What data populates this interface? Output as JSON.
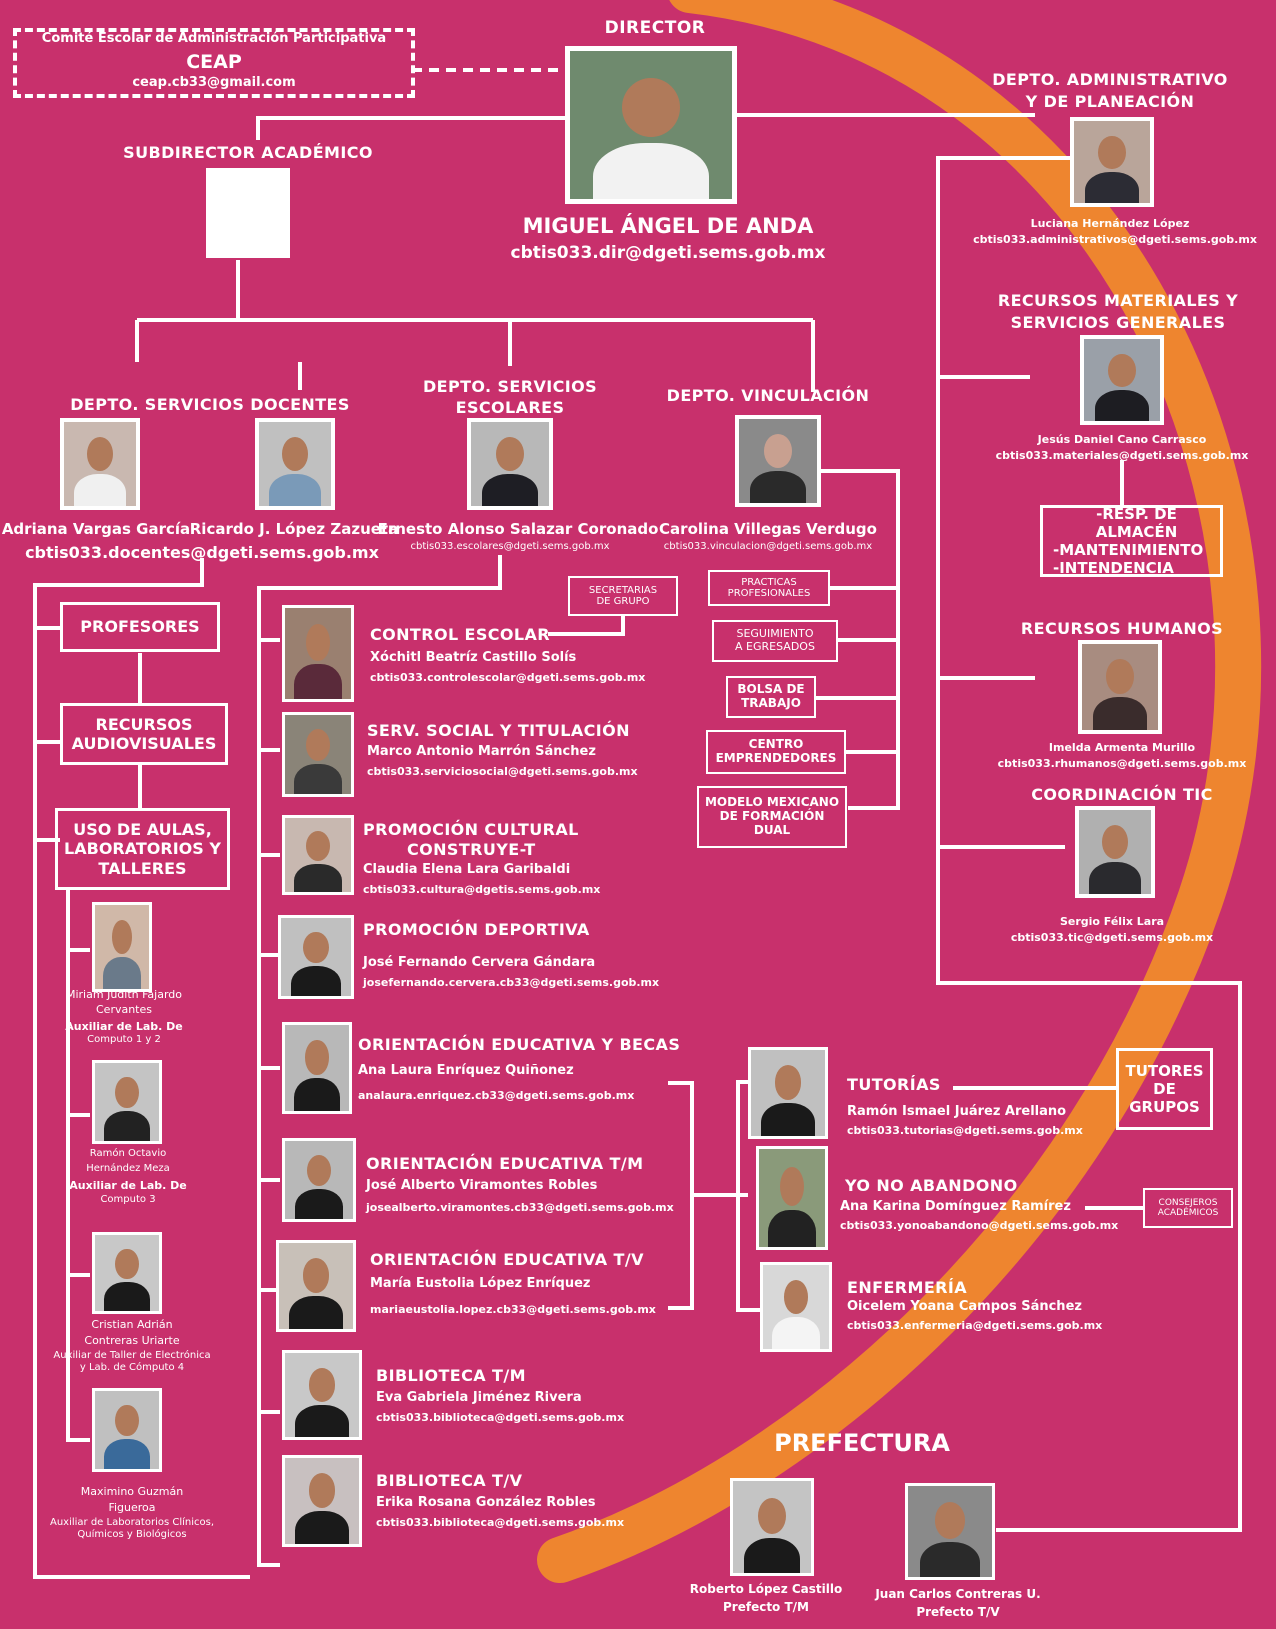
{
  "colors": {
    "background": "#c8306c",
    "arc": "#f08a2c",
    "line": "#ffffff"
  },
  "ceap": {
    "title": "Comité Escolar de Administración Participativa",
    "acronym": "CEAP",
    "email": "ceap.cb33@gmail.com"
  },
  "director": {
    "label": "DIRECTOR",
    "name": "MIGUEL ÁNGEL DE ANDA",
    "email": "cbtis033.dir@dgeti.sems.gob.mx"
  },
  "subdirector": {
    "label": "SUBDIRECTOR ACADÉMICO"
  },
  "admin": {
    "label1": "DEPTO. ADMINISTRATIVO",
    "label2": "Y DE PLANEACIÓN",
    "name": "Luciana Hernández López",
    "email": "cbtis033.administrativos@dgeti.sems.gob.mx"
  },
  "materiales": {
    "label1": "RECURSOS MATERIALES Y",
    "label2": "SERVICIOS GENERALES",
    "name": "Jesús Daniel Cano Carrasco",
    "email": "cbtis033.materiales@dgeti.sems.gob.mx",
    "sub1": "-RESP. DE ALMACÉN",
    "sub2": "-MANTENIMIENTO",
    "sub3": "-INTENDENCIA"
  },
  "rh": {
    "label": "RECURSOS HUMANOS",
    "name": "Imelda Armenta Murillo",
    "email": "cbtis033.rhumanos@dgeti.sems.gob.mx"
  },
  "tic": {
    "label": "COORDINACIÓN TIC",
    "name": "Sergio Félix Lara",
    "email": "cbtis033.tic@dgeti.sems.gob.mx"
  },
  "docentes": {
    "label": "DEPTO. SERVICIOS DOCENTES",
    "name1": "Adriana Vargas García",
    "name2": "Ricardo J. López Zazueta",
    "email": "cbtis033.docentes@dgeti.sems.gob.mx"
  },
  "escolares": {
    "label1": "DEPTO. SERVICIOS",
    "label2": "ESCOLARES",
    "name": "Ernesto Alonso Salazar Coronado",
    "email": "cbtis033.escolares@dgeti.sems.gob.mx"
  },
  "vinculacion": {
    "label": "DEPTO. VINCULACIÓN",
    "name": "Carolina Villegas Verdugo",
    "email": "cbtis033.vinculacion@dgeti.sems.gob.mx"
  },
  "vinc_boxes": {
    "practicas1": "PRACTICAS",
    "practicas2": "PROFESIONALES",
    "seguimiento1": "SEGUIMIENTO",
    "seguimiento2": "A EGRESADOS",
    "bolsa1": "BOLSA DE",
    "bolsa2": "TRABAJO",
    "centro1": "CENTRO",
    "centro2": "EMPRENDEDORES",
    "modelo1": "MODELO MEXICANO",
    "modelo2": "DE FORMACIÓN",
    "modelo3": "DUAL"
  },
  "left_boxes": {
    "profesores": "PROFESORES",
    "rav1": "RECURSOS",
    "rav2": "AUDIOVISUALES",
    "uso1": "USO DE AULAS,",
    "uso2": "LABORATORIOS Y",
    "uso3": "TALLERES"
  },
  "labs": [
    {
      "name1": "Miriam Judith Fajardo",
      "name2": "Cervantes",
      "role1": "Auxiliar de Lab. De",
      "role2": "Computo 1 y 2"
    },
    {
      "name1": "Ramón Octavio",
      "name2": "Hernández Meza",
      "role1": "Auxiliar de Lab. De",
      "role2": "Computo 3"
    },
    {
      "name1": "Cristian Adrián",
      "name2": "Contreras Uriarte",
      "role1": "Auxiliar de Taller de Electrónica",
      "role2": "y Lab. de Cómputo 4"
    },
    {
      "name1": "Maximino Guzmán",
      "name2": "Figueroa",
      "role1": "Auxiliar de Laboratorios Clínicos,",
      "role2": "Químicos y Biológicos"
    }
  ],
  "secretarias": {
    "line1": "SECRETARIAS",
    "line2": "DE GRUPO"
  },
  "escolar_units": [
    {
      "title": "CONTROL ESCOLAR",
      "name": "Xóchitl Beatríz Castillo Solís",
      "email": "cbtis033.controlescolar@dgeti.sems.gob.mx"
    },
    {
      "title": "SERV. SOCIAL Y TITULACIÓN",
      "name": "Marco Antonio Marrón Sánchez",
      "email": "cbtis033.serviciosocial@dgeti.sems.gob.mx"
    },
    {
      "title": "PROMOCIÓN CULTURAL",
      "title2": "CONSTRUYE-T",
      "name": "Claudia Elena Lara Garibaldi",
      "email": "cbtis033.cultura@dgetis.sems.gob.mx"
    },
    {
      "title": "PROMOCIÓN DEPORTIVA",
      "name": "José Fernando Cervera Gándara",
      "email": "josefernando.cervera.cb33@dgeti.sems.gob.mx"
    },
    {
      "title": "ORIENTACIÓN EDUCATIVA Y BECAS",
      "name": "Ana Laura Enríquez Quiñonez",
      "email": "analaura.enriquez.cb33@dgeti.sems.gob.mx"
    },
    {
      "title": "ORIENTACIÓN EDUCATIVA T/M",
      "name": "José Alberto Viramontes Robles",
      "email": "josealberto.viramontes.cb33@dgeti.sems.gob.mx"
    },
    {
      "title": "ORIENTACIÓN EDUCATIVA T/V",
      "name": "María Eustolia López Enríquez",
      "email": "mariaeustolia.lopez.cb33@dgeti.sems.gob.mx"
    },
    {
      "title": "BIBLIOTECA T/M",
      "name": "Eva Gabriela Jiménez Rivera",
      "email": "cbtis033.biblioteca@dgeti.sems.gob.mx"
    },
    {
      "title": "BIBLIOTECA T/V",
      "name": "Erika Rosana González Robles",
      "email": "cbtis033.biblioteca@dgeti.sems.gob.mx"
    }
  ],
  "tutorias": {
    "title": "TUTORÍAS",
    "name": "Ramón Ismael Juárez Arellano",
    "email": "cbtis033.tutorias@dgeti.sems.gob.mx",
    "box1": "TUTORES",
    "box2": "DE",
    "box3": "GRUPOS"
  },
  "abandono": {
    "title": "YO NO ABANDONO",
    "name": "Ana Karina Domínguez Ramírez",
    "email": "cbtis033.yonoabandono@dgeti.sems.gob.mx",
    "box1": "CONSEJEROS",
    "box2": "ACADÉMICOS"
  },
  "enfermeria": {
    "title": "ENFERMERÍA",
    "name": "Oicelem Yoana Campos Sánchez",
    "email": "cbtis033.enfermeria@dgeti.sems.gob.mx"
  },
  "prefectura": {
    "label": "PREFECTURA",
    "name1": "Roberto López Castillo",
    "role1": "Prefecto T/M",
    "name2": "Juan Carlos Contreras U.",
    "role2": "Prefecto T/V"
  }
}
